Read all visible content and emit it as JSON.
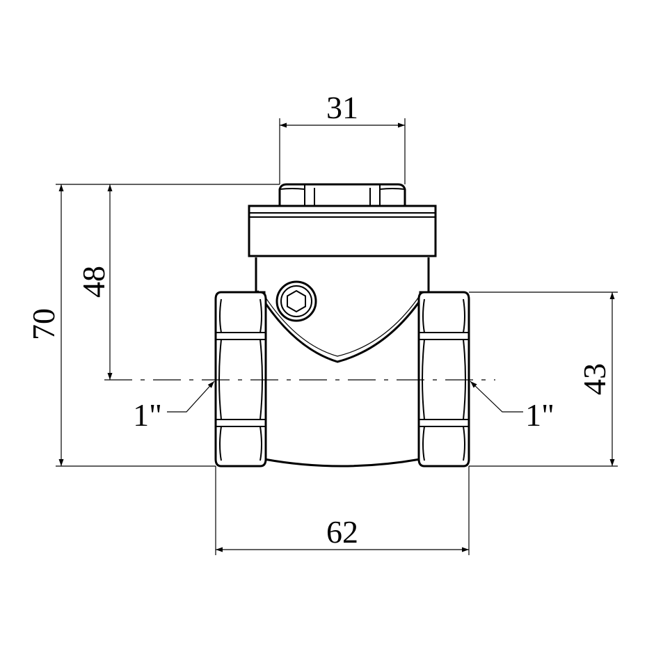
{
  "dimensions": {
    "top_width": "31",
    "height_total": "70",
    "height_to_axis": "48",
    "body_height": "43",
    "overall_length": "62",
    "thread_left": "1\"",
    "thread_right": "1\""
  },
  "colors": {
    "line": "#000000",
    "background": "#ffffff"
  }
}
